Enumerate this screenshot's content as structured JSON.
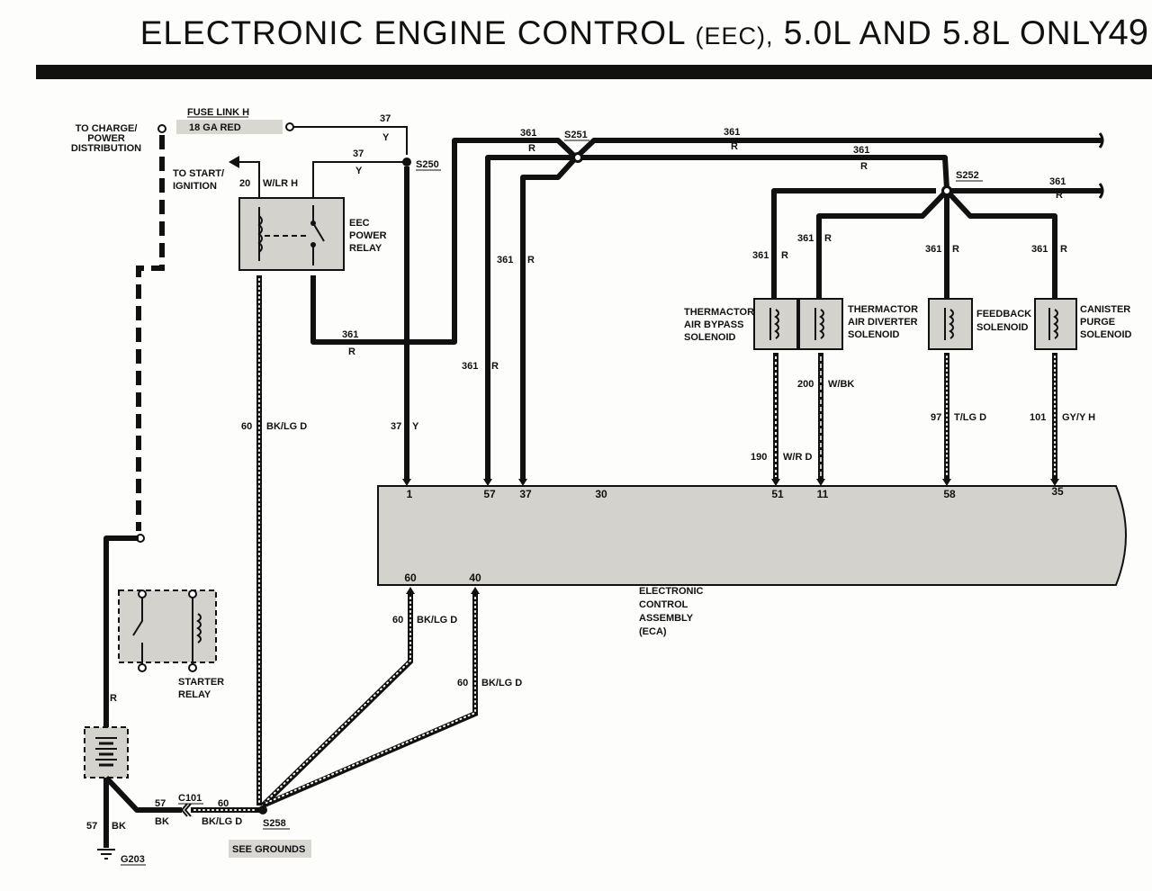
{
  "header": {
    "title_main": "ELECTRONIC ENGINE CONTROL",
    "title_paren": "(EEC),",
    "title_tail": "5.0L AND 5.8L ONLY",
    "page_number": "49"
  },
  "labels": {
    "to_charge": [
      "TO CHARGE/",
      "POWER",
      "DISTRIBUTION"
    ],
    "fuse_link": "FUSE LINK H",
    "fuse_gauge": "18 GA RED",
    "to_start": [
      "TO START/",
      "IGNITION"
    ],
    "relay_wire": "20",
    "relay_wire_color": "W/LR H",
    "eec_relay": [
      "EEC",
      "POWER",
      "RELAY"
    ],
    "w37_a": "37",
    "w37_a_color": "Y",
    "w37_b": "37",
    "w37_b_color": "Y",
    "s250": "S250",
    "s251": "S251",
    "s252": "S252",
    "w361": "361",
    "r": "R",
    "w60": "60",
    "w60_color": "BK/LG D",
    "w37_c": "37",
    "w37_c_color": "Y",
    "thermactor_bypass": [
      "THERMACTOR",
      "AIR BYPASS",
      "SOLENOID"
    ],
    "thermactor_diverter": [
      "THERMACTOR",
      "AIR DIVERTER",
      "SOLENOID"
    ],
    "feedback": [
      "FEEDBACK",
      "SOLENOID"
    ],
    "canister": [
      "CANISTER",
      "PURGE",
      "SOLENOID"
    ],
    "w200": "200",
    "w200_color": "W/BK",
    "w190": "190",
    "w190_color": "W/R D",
    "w97": "97",
    "w97_color": "T/LG D",
    "w101": "101",
    "w101_color": "GY/Y H",
    "eca": [
      "ELECTRONIC",
      "CONTROL",
      "ASSEMBLY",
      "(ECA)"
    ],
    "starter_relay": [
      "STARTER",
      "RELAY"
    ],
    "w57": "57",
    "bk": "BK",
    "c101": "C101",
    "s258": "S258",
    "g203": "G203",
    "see_grounds": "SEE GROUNDS"
  },
  "eca_pins_top": [
    "1",
    "57",
    "37",
    "30",
    "51",
    "11",
    "58",
    "35"
  ],
  "eca_pins_bottom": [
    "60",
    "40"
  ]
}
